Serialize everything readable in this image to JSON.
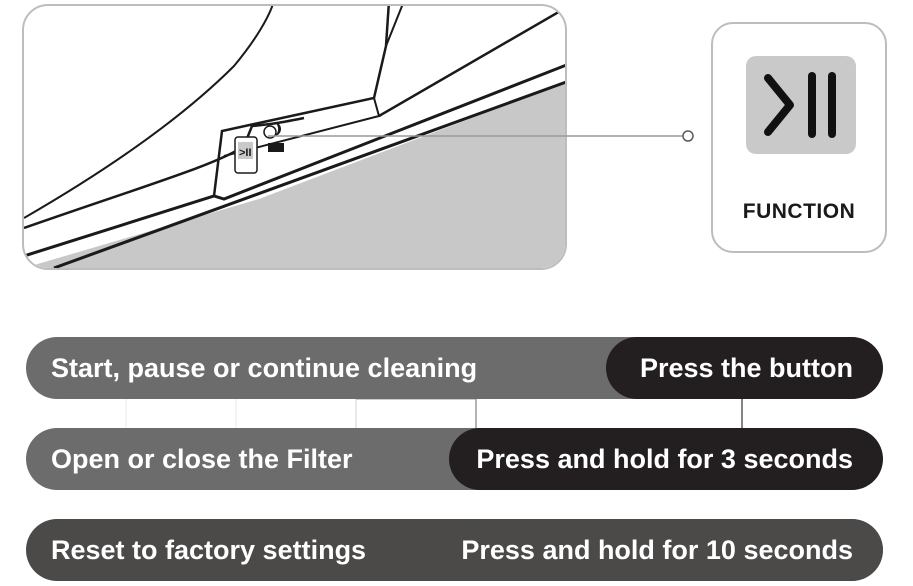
{
  "callout": {
    "button_icon": "play-pause-icon",
    "button_label": "FUNCTION"
  },
  "colors": {
    "row_light": "#6c6c6c",
    "row_dark": "#231f20",
    "row_muted": "#4b4a49",
    "floor_gray": "#c8c8c8",
    "button_gray": "#c9c9c9"
  },
  "rows": [
    {
      "action": "Start, pause or continue cleaning",
      "method": "Press the button"
    },
    {
      "action": "Open or close the Filter",
      "method": "Press and hold for 3 seconds"
    },
    {
      "action": "Reset to factory settings",
      "method": "Press and hold for 10 seconds"
    }
  ]
}
